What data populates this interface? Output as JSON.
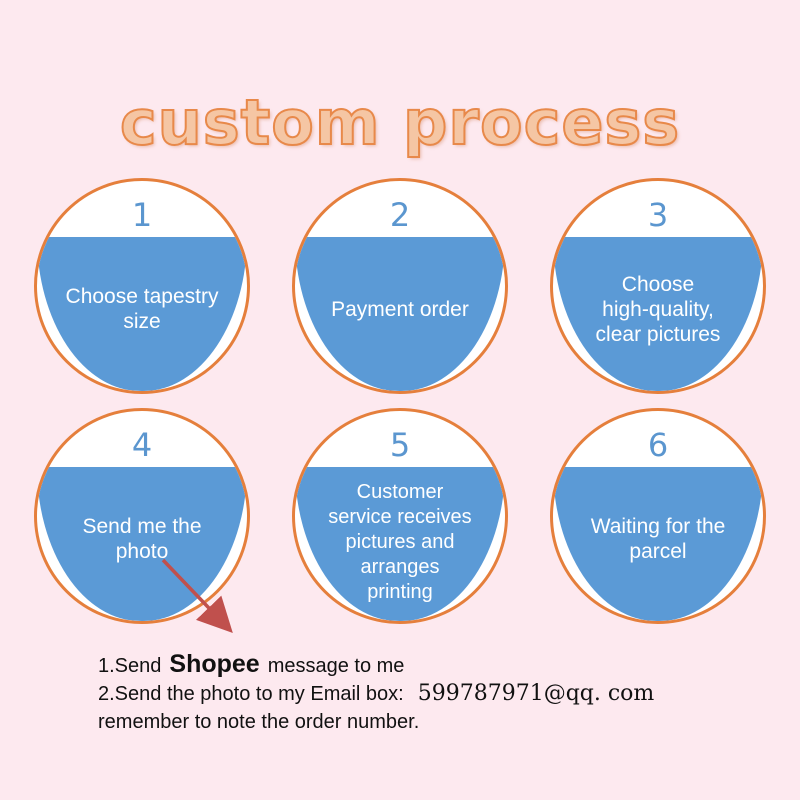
{
  "title": "custom process",
  "steps": [
    {
      "number": "1",
      "label": "Choose tapestry\nsize"
    },
    {
      "number": "2",
      "label": "Payment order"
    },
    {
      "number": "3",
      "label": "Choose\nhigh-quality,\nclear pictures"
    },
    {
      "number": "4",
      "label": "Send me the\nphoto"
    },
    {
      "number": "5",
      "label": "Customer\nservice receives\npictures and\narranges\nprinting"
    },
    {
      "number": "6",
      "label": "Waiting for the\nparcel"
    }
  ],
  "notes": {
    "line1_prefix": "1.Send",
    "line1_brand": "Shopee",
    "line1_suffix": "message to me",
    "line2_text": "2.Send the photo to my Email box:",
    "line2_email": "599787971@qq. com",
    "line3_text": "remember to note the order number."
  },
  "colors": {
    "background": "#fde9ef",
    "ring": "#e57f3c",
    "fill": "#5b9ad6",
    "number": "#5b96cf",
    "title_fill": "#f5c6a4",
    "title_stroke": "#e8894a",
    "arrow": "#c0504d"
  }
}
